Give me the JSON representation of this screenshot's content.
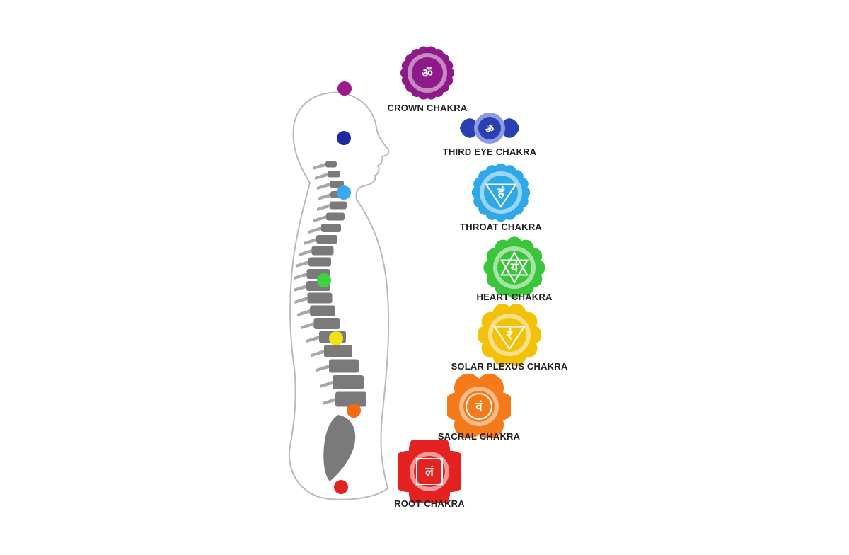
{
  "chakras": [
    {
      "label": "CROWN CHAKRA",
      "color": "#8e1a8a",
      "light": "#c58ac2",
      "glyph": "ॐ",
      "icon": "crown-chakra-icon"
    },
    {
      "label": "THIRD EYE CHAKRA",
      "color": "#2a3fb0",
      "light": "#8d9ae0",
      "glyph": "ॐ",
      "icon": "third-eye-chakra-icon"
    },
    {
      "label": "THROAT CHAKRA",
      "color": "#2ea8e6",
      "light": "#9ad5f3",
      "glyph": "हं",
      "icon": "throat-chakra-icon"
    },
    {
      "label": "HEART CHAKRA",
      "color": "#3cc43c",
      "light": "#a5e4a5",
      "glyph": "यं",
      "icon": "heart-chakra-icon"
    },
    {
      "label": "SOLAR PLEXUS CHAKRA",
      "color": "#f2c20a",
      "light": "#f8e08a",
      "glyph": "रं",
      "icon": "solar-plexus-chakra-icon"
    },
    {
      "label": "SACRAL CHAKRA",
      "color": "#f47a1a",
      "light": "#f9bd8c",
      "glyph": "वं",
      "icon": "sacral-chakra-icon"
    },
    {
      "label": "ROOT CHAKRA",
      "color": "#e52222",
      "light": "#f29a9a",
      "glyph": "लं",
      "icon": "root-chakra-icon"
    }
  ],
  "body_dots": [
    {
      "name": "crown",
      "color": "#9b1b8e"
    },
    {
      "name": "third-eye",
      "color": "#1b2a9e"
    },
    {
      "name": "throat",
      "color": "#3aa9f0"
    },
    {
      "name": "heart",
      "color": "#3ed23e"
    },
    {
      "name": "solar-plexus",
      "color": "#f0e018"
    },
    {
      "name": "sacral",
      "color": "#f36a10"
    },
    {
      "name": "root",
      "color": "#e52020"
    }
  ]
}
